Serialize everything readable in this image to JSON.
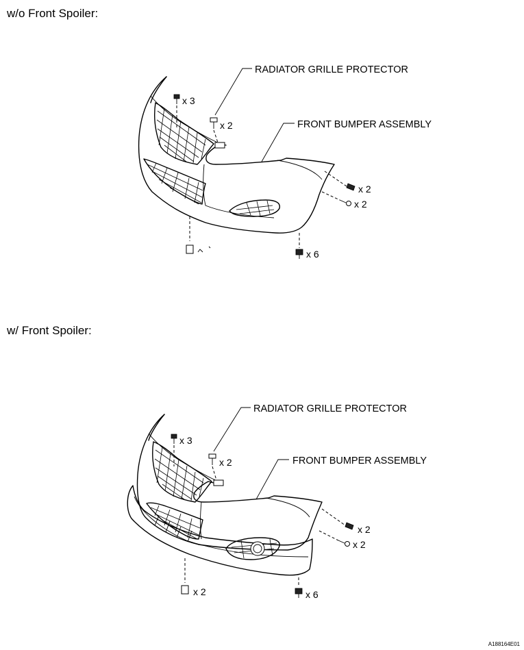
{
  "sections": [
    {
      "heading": "w/o Front Spoiler:",
      "labels": {
        "grille_protector": "RADIATOR GRILLE PROTECTOR",
        "bumper_assembly": "FRONT BUMPER ASSEMBLY"
      },
      "quantities": {
        "top_left_bolt": "x 3",
        "top_center_clip": "x 2",
        "side_screw_upper": "x 2",
        "side_screw_lower": "x 2",
        "bottom_clip": "x 6"
      }
    },
    {
      "heading": "w/ Front Spoiler:",
      "labels": {
        "grille_protector": "RADIATOR GRILLE PROTECTOR",
        "bumper_assembly": "FRONT BUMPER ASSEMBLY"
      },
      "quantities": {
        "top_left_bolt": "x 3",
        "top_center_clip": "x 2",
        "side_screw_upper": "x 2",
        "side_screw_lower": "x 2",
        "bottom_left_bolt": "x 2",
        "bottom_clip": "x 6"
      }
    }
  ],
  "figure_code": "A188164E01"
}
